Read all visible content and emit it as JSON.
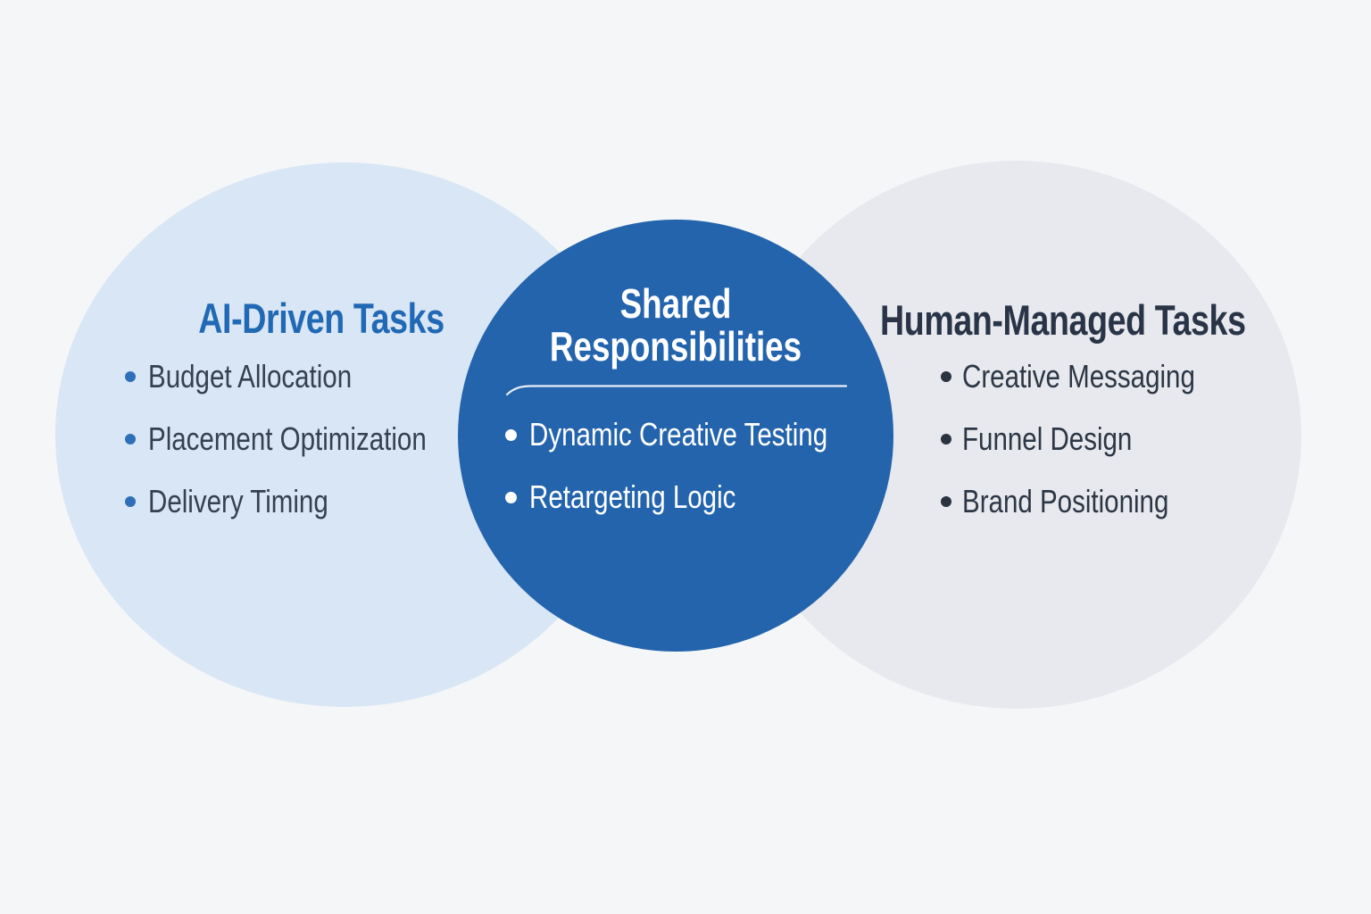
{
  "background": "#f4f6f8",
  "venn": {
    "left": {
      "title": "AI-Driven Tasks",
      "items": [
        "Budget Allocation",
        "Placement Optimization",
        "Delivery Timing"
      ],
      "fill": "#d9e6f5",
      "title_color": "#2269b5",
      "text_color": "#36404f",
      "bullet_color": "#2f6fb8"
    },
    "center": {
      "title_lines": [
        "Shared",
        "Responsibilities"
      ],
      "items": [
        "Dynamic Creative Testing",
        "Retargeting Logic"
      ],
      "fill": "#2464ad",
      "text_color": "#ffffff",
      "bullet_color": "#ffffff",
      "divider_color": "#e9eef5"
    },
    "right": {
      "title": "Human-Managed Tasks",
      "items": [
        "Creative Messaging",
        "Funnel Design",
        "Brand Positioning"
      ],
      "fill": "#e7e9ee",
      "title_color": "#2a3447",
      "text_color": "#2c3645",
      "bullet_color": "#2b3240"
    }
  }
}
